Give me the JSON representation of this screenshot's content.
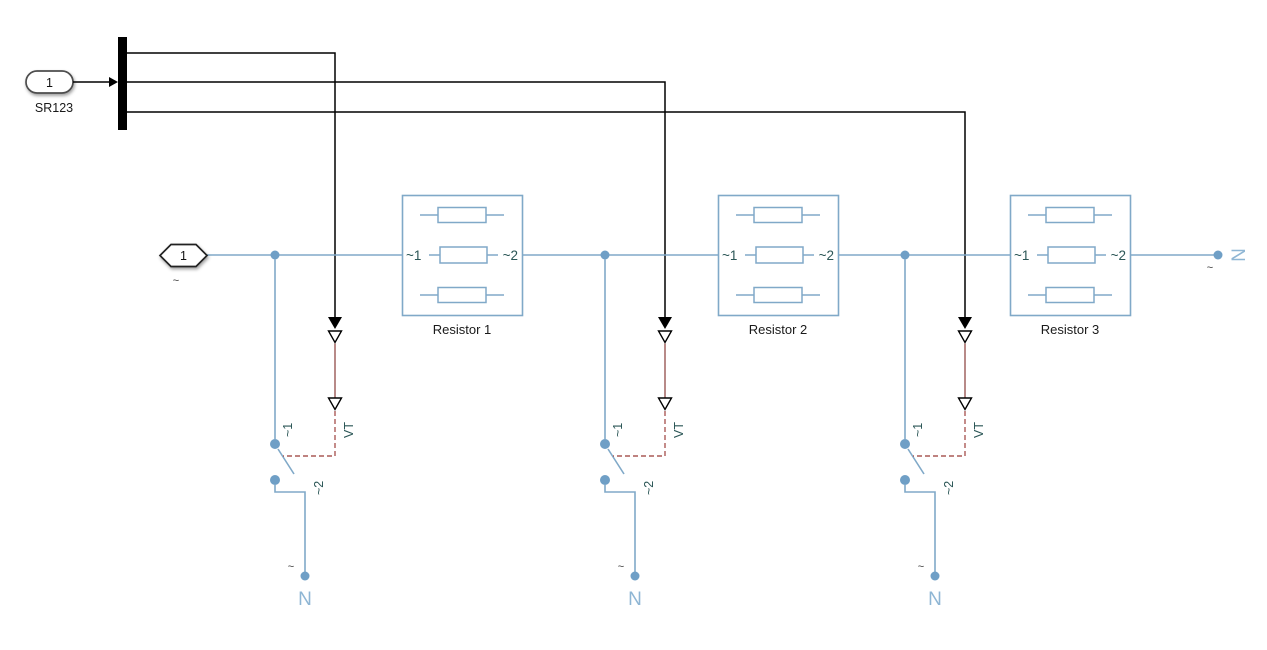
{
  "colors": {
    "conserving_line_blue": "#80a9c8",
    "node_dot_blue": "#6f9fc6",
    "physical_signal_red_solid": "#9a5755",
    "physical_signal_red_dashed": "#aa5a57",
    "port_label_teal": "#2b5656",
    "signal_line_black": "#000000",
    "terminal_text_blue": "#8fb6d4",
    "background": "#ffffff"
  },
  "inport": {
    "number": "1",
    "name": "SR123"
  },
  "source_terminal": {
    "number": "1",
    "tilde": "~"
  },
  "resistor_blocks": [
    {
      "name": "Resistor 1",
      "port_left": "~1",
      "port_right": "~2"
    },
    {
      "name": "Resistor 2",
      "port_left": "~1",
      "port_right": "~2"
    },
    {
      "name": "Resistor 3",
      "port_left": "~1",
      "port_right": "~2"
    }
  ],
  "switch_assemblies": [
    {
      "port_top": "~1",
      "port_bottom": "~2",
      "sensor_label": "VT",
      "neutral_tilde": "~",
      "neutral_label": "N"
    },
    {
      "port_top": "~1",
      "port_bottom": "~2",
      "sensor_label": "VT",
      "neutral_tilde": "~",
      "neutral_label": "N"
    },
    {
      "port_top": "~1",
      "port_bottom": "~2",
      "sensor_label": "VT",
      "neutral_tilde": "~",
      "neutral_label": "N"
    }
  ],
  "output_terminal": {
    "tilde": "~",
    "label": "N"
  }
}
